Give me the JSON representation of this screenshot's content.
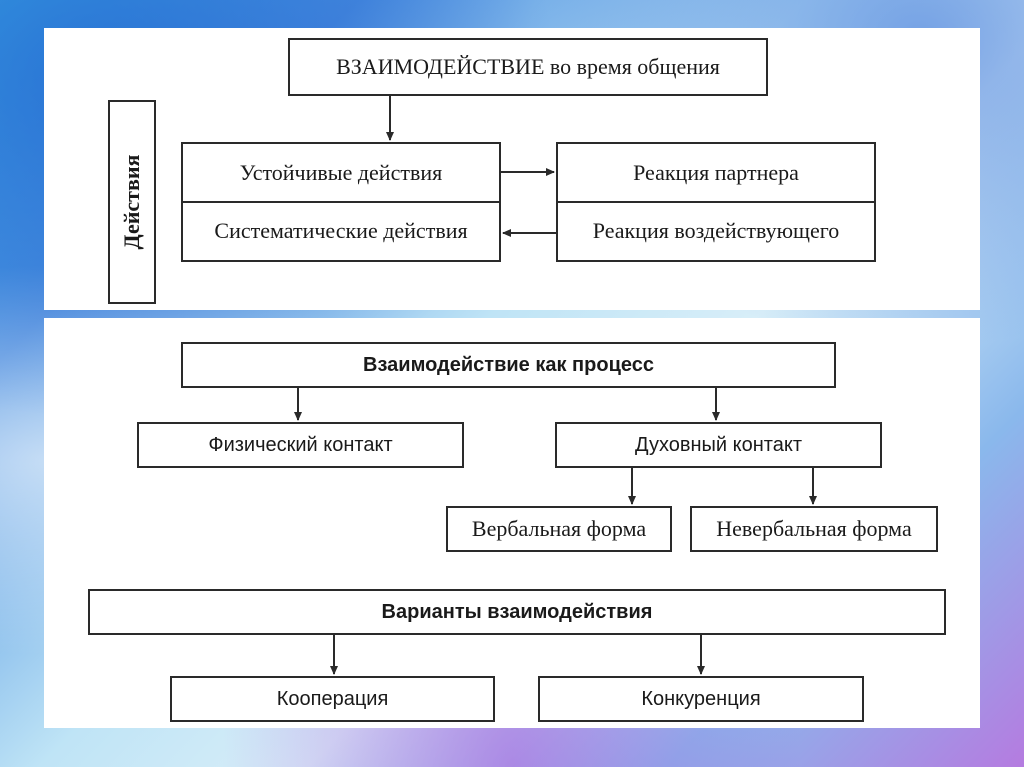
{
  "top": {
    "title": "ВЗАИМОДЕЙСТВИЕ во время общения",
    "side_label": "Действия",
    "left_top": "Устойчивые действия",
    "left_bottom": "Систематические действия",
    "right_top": "Реакция партнера",
    "right_bottom": "Реакция воздействующего"
  },
  "process": {
    "title": "Взаимодействие как процесс",
    "physical": "Физический контакт",
    "spiritual": "Духовный контакт",
    "verbal": "Вербальная форма",
    "nonverbal": "Невербальная форма"
  },
  "variants": {
    "title": "Варианты взаимодействия",
    "cooperation": "Кооперация",
    "competition": "Конкуренция"
  },
  "colors": {
    "line": "#2a2a2a",
    "panel": "#ffffff"
  }
}
